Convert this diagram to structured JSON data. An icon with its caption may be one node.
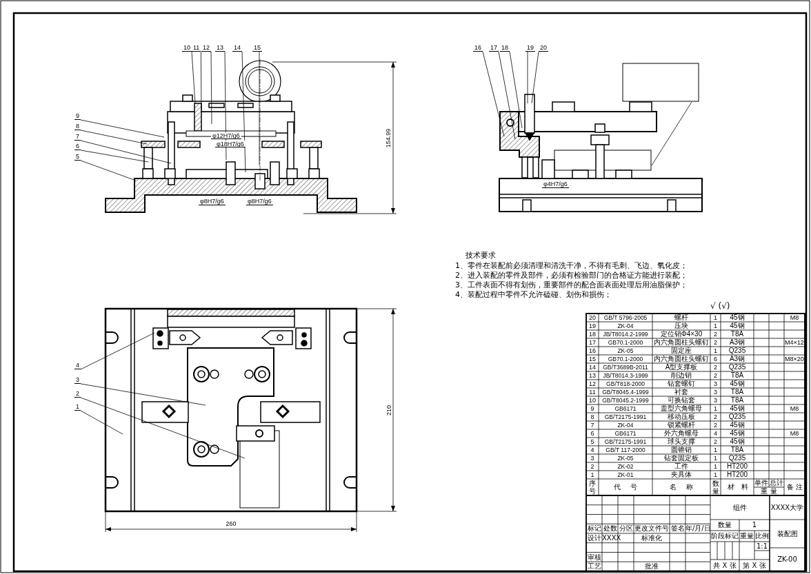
{
  "diagram": {
    "nodes": [
      {
        "text": [
          "1"
        ]
      },
      {
        "text": [
          "2"
        ]
      },
      {
        "text": [
          "3"
        ]
      },
      {
        "text": [
          "4"
        ]
      },
      {
        "text": [
          "5"
        ]
      },
      {
        "text": [
          "6"
        ]
      },
      {
        "text": [
          "7"
        ]
      },
      {
        "text": [
          "8"
        ]
      },
      {
        "text": [
          "9"
        ]
      },
      {
        "text": [
          "10"
        ]
      },
      {
        "text": [
          "11"
        ]
      },
      {
        "text": [
          "12"
        ]
      },
      {
        "text": [
          "13"
        ]
      },
      {
        "text": [
          "14"
        ]
      },
      {
        "text": [
          "15"
        ]
      },
      {
        "text": [
          "16"
        ]
      },
      {
        "text": [
          "17"
        ]
      },
      {
        "text": [
          "18"
        ]
      },
      {
        "text": [
          "19"
        ]
      },
      {
        "text": [
          "20"
        ]
      }
    ],
    "edges": [
      {
        "from": 0,
        "to": null,
        "arrow": "none"
      },
      {
        "from": 1,
        "to": null,
        "arrow": "none"
      },
      {
        "from": 2,
        "to": null,
        "arrow": "none"
      },
      {
        "from": 3,
        "to": null,
        "arrow": "none"
      },
      {
        "from": 4,
        "to": null,
        "arrow": "none"
      },
      {
        "from": 5,
        "to": null,
        "arrow": "none"
      },
      {
        "from": 6,
        "to": null,
        "arrow": "none"
      },
      {
        "from": 7,
        "to": null,
        "arrow": "none"
      },
      {
        "from": 8,
        "to": null,
        "arrow": "none"
      },
      {
        "from": 9,
        "to": null,
        "arrow": "none"
      },
      {
        "from": 10,
        "to": null,
        "arrow": "none"
      },
      {
        "from": 11,
        "to": null,
        "arrow": "none"
      },
      {
        "from": 12,
        "to": null,
        "arrow": "none"
      },
      {
        "from": 13,
        "to": null,
        "arrow": "none"
      },
      {
        "from": 14,
        "to": null,
        "arrow": "none"
      },
      {
        "from": 15,
        "to": null,
        "arrow": "none"
      },
      {
        "from": 16,
        "to": null,
        "arrow": "none"
      },
      {
        "from": 17,
        "to": null,
        "arrow": "none"
      },
      {
        "from": 18,
        "to": null,
        "arrow": "none"
      },
      {
        "from": 19,
        "to": null,
        "arrow": "none"
      }
    ],
    "labels": [
      "φ12H7/g6",
      "φ18H7/g6",
      "φ8H7/g6",
      "φ8H7/g6",
      "154.99",
      "φ4H7/g6",
      "260",
      "210",
      "技术要求",
      "1、零件在装配前必须清理和清洗干净，不得有毛刺、飞边、氧化皮；",
      "2、进入装配的零件及部件，必须有检验部门的合格证方能进行装配；",
      "3、工件表面不得有划伤，重要部件的配合面表面处理后用油脂保护；",
      "4、装配过程中零件不允许磕碰、划伤和损伤；",
      "√ (√)",
      "20",
      "GB/T 5796-2005",
      "螺杆",
      "1",
      "45钢",
      "M8",
      "19",
      "ZK-04",
      "压块",
      "1",
      "45钢",
      "18",
      "JB/T8014.2-1999",
      "定位销Φ4×30",
      "2",
      "T8A",
      "17",
      "GB70.1-2000",
      "内六角圆柱头螺钉",
      "2",
      "A3钢",
      "M4×12",
      "16",
      "ZK-05",
      "固定座",
      "1",
      "Q235",
      "15",
      "GB70.1-2000",
      "内六角圆柱头螺钉",
      "6",
      "A3钢",
      "M8×20",
      "14",
      "GB/T3689B-2011",
      "A型支撑板",
      "2",
      "Q235",
      "13",
      "JB/T8014.3-1999",
      "削边销",
      "2",
      "T8A",
      "12",
      "GB/T818-2000",
      "钻套螺钉",
      "3",
      "45钢",
      "11",
      "GB/T8045.4-1999",
      "衬套",
      "3",
      "T8A",
      "10",
      "GB/T8045.2-1999",
      "可换钻套",
      "3",
      "T8A",
      "9",
      "GB6171",
      "盖型六角螺母",
      "1",
      "45钢",
      "M8",
      "8",
      "GB/T2175-1991",
      "移动压板",
      "2",
      "Q235",
      "7",
      "ZK-04",
      "锁紧螺杆",
      "2",
      "45钢",
      "6",
      "GB6171",
      "外六角螺母",
      "4",
      "45钢",
      "M8",
      "5",
      "GB/T2175-1991",
      "球头支撑",
      "2",
      "45钢",
      "4",
      "GB/T 117-2000",
      "圆锥销",
      "1",
      "T8A",
      "3",
      "ZK-05",
      "钻套固定板",
      "1",
      "Q235",
      "2",
      "ZK-02",
      "工件",
      "1",
      "HT200",
      "1",
      "ZK-01",
      "夹具体",
      "1",
      "HT200",
      "序号",
      "代号",
      "名称",
      "数量",
      "材料",
      "单件",
      "总计",
      "重量",
      "备注",
      "标记",
      "处数",
      "分区",
      "更改文件号",
      "签名",
      "年/月/日",
      "设计",
      "XXXX",
      "标准化",
      "审核",
      "工艺",
      "批准",
      "组件",
      "XXXX大学",
      "数量",
      "1",
      "阶段标记",
      "重量",
      "比例",
      "装配图",
      "1:1",
      "ZK-00",
      "共 X 张",
      "第 X 张"
    ]
  }
}
